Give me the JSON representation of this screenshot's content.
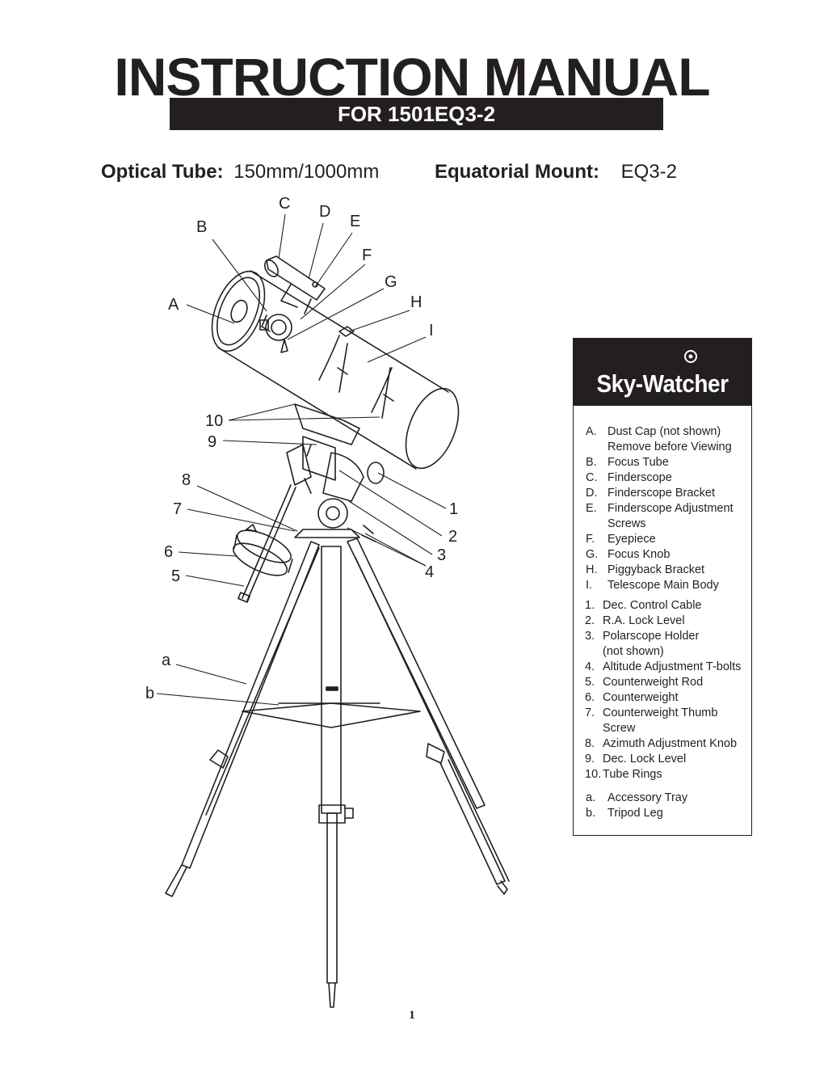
{
  "header": {
    "title": "INSTRUCTION MANUAL",
    "subtitle": "FOR 1501EQ3-2"
  },
  "specs": {
    "optical_tube_label": "Optical Tube:",
    "optical_tube_value": "150mm/1000mm",
    "mount_label": "Equatorial Mount:",
    "mount_value": "EQ3-2"
  },
  "diagram_labels": {
    "A": "A",
    "B": "B",
    "C": "C",
    "D": "D",
    "E": "E",
    "F": "F",
    "G": "G",
    "H": "H",
    "I": "I",
    "n10": "10",
    "n9": "9",
    "n8": "8",
    "n7": "7",
    "n6": "6",
    "n5": "5",
    "n1": "1",
    "n2": "2",
    "n3": "3",
    "n4": "4",
    "a": "a",
    "b": "b"
  },
  "brand": {
    "name": "Sky-Watcher"
  },
  "legend": {
    "letters": [
      {
        "key": "A.",
        "text": "Dust Cap (not shown)"
      },
      {
        "key": "",
        "text": "Remove before Viewing"
      },
      {
        "key": "B.",
        "text": "Focus Tube"
      },
      {
        "key": "C.",
        "text": "Finderscope"
      },
      {
        "key": "D.",
        "text": "Finderscope Bracket"
      },
      {
        "key": "E.",
        "text": "Finderscope Adjustment"
      },
      {
        "key": "",
        "text": "Screws"
      },
      {
        "key": "F.",
        "text": "Eyepiece"
      },
      {
        "key": "G.",
        "text": "Focus Knob"
      },
      {
        "key": "H.",
        "text": "Piggyback Bracket"
      },
      {
        "key": "I.",
        "text": "Telescope Main Body"
      }
    ],
    "numbers": [
      {
        "key": "1.",
        "text": "Dec. Control Cable"
      },
      {
        "key": "2.",
        "text": "R.A. Lock Level"
      },
      {
        "key": "3.",
        "text": "Polarscope Holder"
      },
      {
        "key": "",
        "text": "(not shown)"
      },
      {
        "key": "4.",
        "text": "Altitude Adjustment T-bolts"
      },
      {
        "key": "5.",
        "text": "Counterweight Rod"
      },
      {
        "key": "6.",
        "text": "Counterweight"
      },
      {
        "key": "7.",
        "text": "Counterweight Thumb"
      },
      {
        "key": "",
        "text": "Screw"
      },
      {
        "key": "8.",
        "text": "Azimuth Adjustment Knob"
      },
      {
        "key": "9.",
        "text": "Dec. Lock Level"
      },
      {
        "key": "10.",
        "text": "Tube Rings"
      }
    ],
    "tripod": [
      {
        "key": "a.",
        "text": "Accessory Tray"
      },
      {
        "key": "b.",
        "text": "Tripod Leg"
      }
    ]
  },
  "footer": {
    "page_number": "1"
  }
}
